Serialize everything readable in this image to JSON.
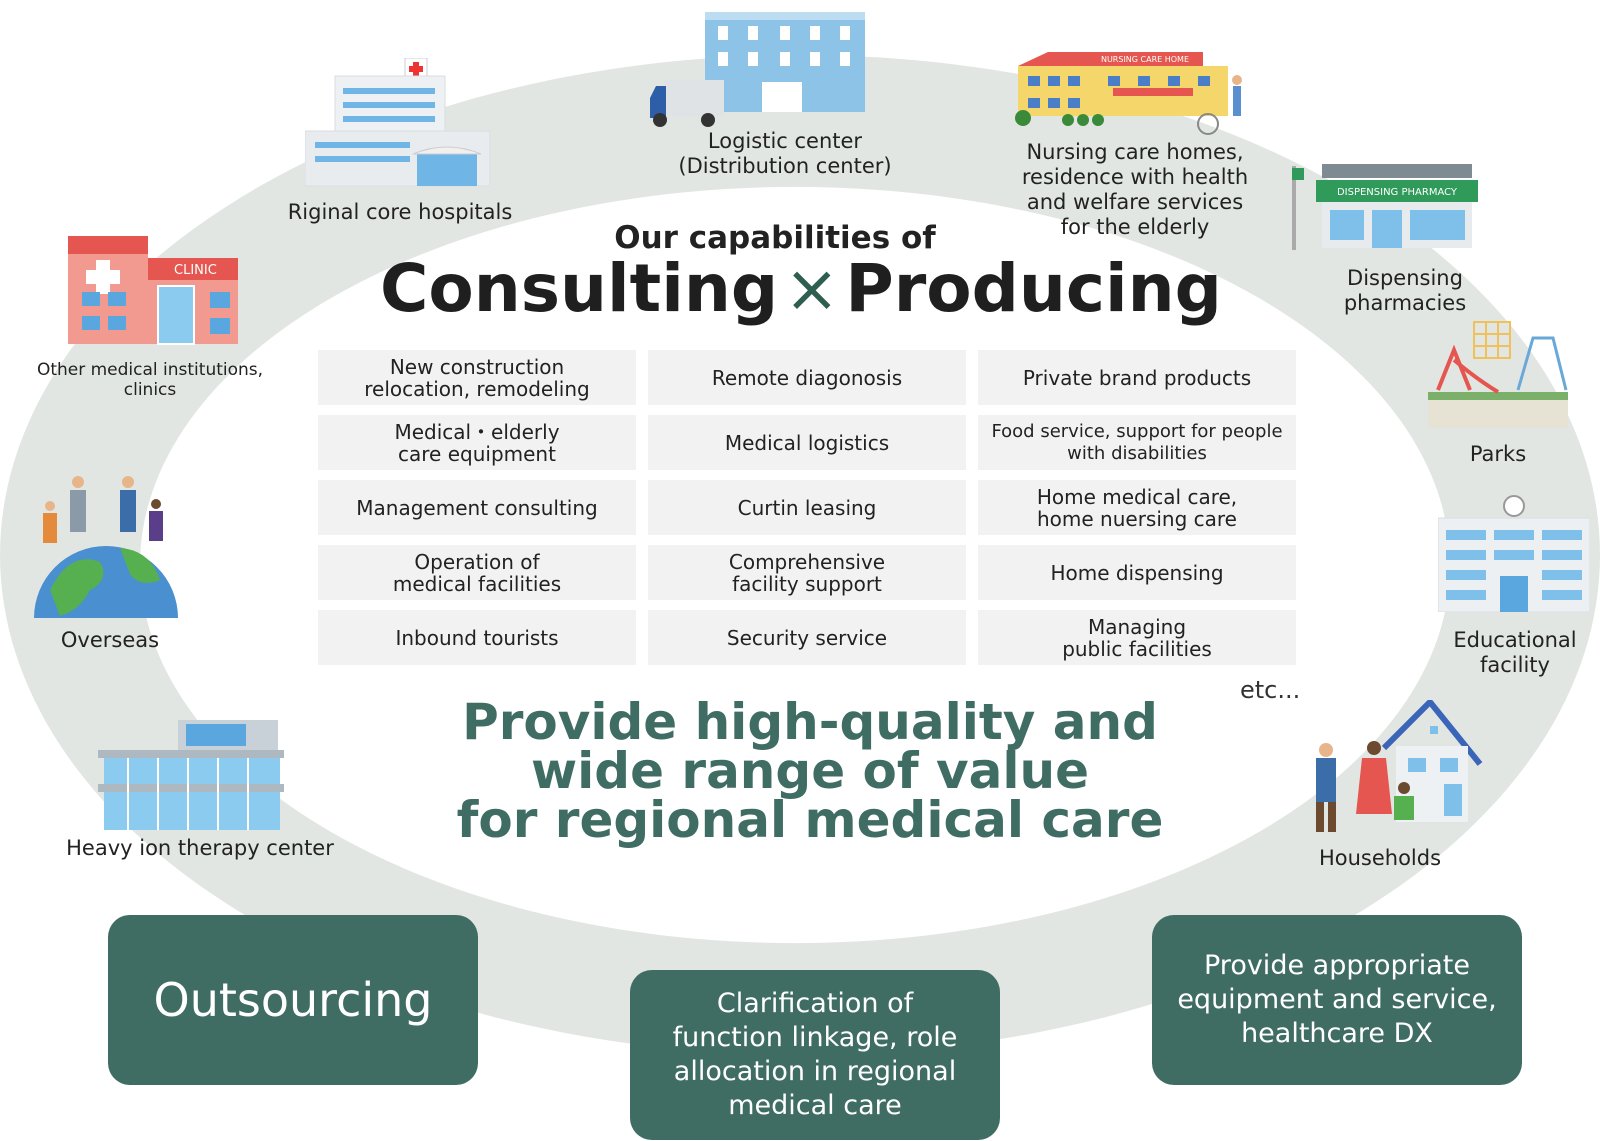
{
  "colors": {
    "ring": "#e2e6e3",
    "box_fill": "#406d63",
    "cell_bg": "#f2f2f2",
    "provide_text": "#3f6c63"
  },
  "locations": {
    "logistic": {
      "icon": "logistic-building-icon",
      "lines": [
        "Logistic center",
        "(Distribution center)"
      ]
    },
    "nursing": {
      "icon": "nursing-home-icon",
      "sign": "NURSING CARE HOME",
      "lines": [
        "Nursing care homes,",
        "residence with health",
        "and welfare services",
        "for the elderly"
      ]
    },
    "hospitals": {
      "icon": "hospital-icon",
      "lines": [
        "Riginal core hospitals"
      ]
    },
    "pharmacy": {
      "icon": "pharmacy-icon",
      "sign": "DISPENSING PHARMACY",
      "lines": [
        "Dispensing",
        "pharmacies"
      ]
    },
    "clinics": {
      "icon": "clinic-icon",
      "sign": "CLINIC",
      "lines": [
        "Other medical institutions,",
        "clinics"
      ]
    },
    "parks": {
      "icon": "park-icon",
      "lines": [
        "Parks"
      ]
    },
    "overseas": {
      "icon": "globe-icon",
      "lines": [
        "Overseas"
      ]
    },
    "educational": {
      "icon": "school-icon",
      "lines": [
        "Educational",
        "facility"
      ]
    },
    "heavyion": {
      "icon": "therapy-center-icon",
      "lines": [
        "Heavy ion therapy center"
      ]
    },
    "households": {
      "icon": "house-family-icon",
      "lines": [
        "Households"
      ]
    }
  },
  "capabilities": {
    "heading": "Our capabilities of",
    "title_left": "Consulting",
    "title_x": "×",
    "title_right": "Producing",
    "grid": [
      [
        "New construction",
        "relocation, remodeling"
      ],
      [
        "Remote diagonosis"
      ],
      [
        "Private brand products"
      ],
      [
        "Medical・elderly",
        "care equipment"
      ],
      [
        "Medical logistics"
      ],
      [
        "Food service, support for people",
        "with disabilities"
      ],
      [
        "Management consulting"
      ],
      [
        "Curtin leasing"
      ],
      [
        "Home medical care,",
        "home nuersing care"
      ],
      [
        "Operation of",
        "medical facilities"
      ],
      [
        "Comprehensive",
        "facility support"
      ],
      [
        "Home dispensing"
      ],
      [
        "Inbound tourists"
      ],
      [
        "Security service"
      ],
      [
        "Managing",
        "public facilities"
      ]
    ],
    "etc": "etc..."
  },
  "provide": [
    "Provide high-quality and",
    "wide range of value",
    "for regional medical care"
  ],
  "boxes": {
    "outsourcing": [
      "Outsourcing"
    ],
    "clarification": [
      "Clarification of",
      "function linkage, role",
      "allocation in regional",
      "medical care"
    ],
    "provide_equipment": [
      "Provide appropriate",
      "equipment and service,",
      "healthcare DX"
    ]
  }
}
